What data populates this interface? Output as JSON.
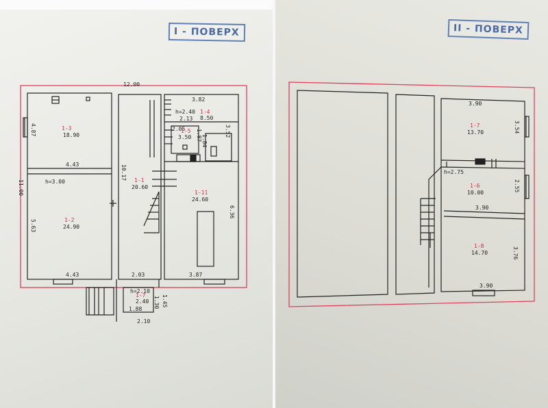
{
  "stamps": {
    "left": "I - ПОВЕРХ",
    "right": "II - ПОВЕРХ"
  },
  "colors": {
    "frame": "#e0405a",
    "line": "#222222",
    "stamp": "#4a69a6",
    "room_id": "#d0304a"
  },
  "floor1": {
    "dims": {
      "width": "12.00",
      "height": "11.00",
      "d_3_82": "3.82",
      "d_4_87": "4.87",
      "d_4_43_top": "4.43",
      "d_5_63": "5.63",
      "d_4_43_bottom": "4.43",
      "d_10_17": "10.17",
      "d_2_13": "2.13",
      "d_3_52": "3.52",
      "d_1_87": "1.87",
      "d_1_84": "1.84",
      "d_6_36": "6.36",
      "d_2_03": "2.03",
      "d_3_87": "3.87",
      "d_1_30": "1.30",
      "d_1_45": "1.45",
      "d_1_88": "1.88",
      "d_2_10": "2.10"
    },
    "rooms": [
      {
        "id": "1-3",
        "area": "18.90"
      },
      {
        "id": "1-2",
        "area": "24.90"
      },
      {
        "id": "1-1",
        "area": "20.60"
      },
      {
        "id": "1-4",
        "area": "8.50"
      },
      {
        "id": "1-5",
        "area": "3.50"
      },
      {
        "id": "1-11",
        "area": "24.60"
      },
      {
        "id": "1-7",
        "area": "2.40"
      }
    ],
    "heights": {
      "h1": "h=3.00",
      "h2": "h=2.40",
      "h3": "h=2.10"
    },
    "small": "2.05"
  },
  "floor2": {
    "dims": {
      "d_3_90_top": "3.90",
      "d_3_54": "3.54",
      "d_2_55": "2.55",
      "d_3_90_mid": "3.90",
      "d_3_76": "3.76",
      "d_3_90_bottom": "3.90"
    },
    "rooms": [
      {
        "id": "1-7",
        "area": "13.70"
      },
      {
        "id": "1-6",
        "area": "10.00"
      },
      {
        "id": "1-8",
        "area": "14.70"
      }
    ],
    "heights": {
      "h1": "h=2.75"
    }
  }
}
